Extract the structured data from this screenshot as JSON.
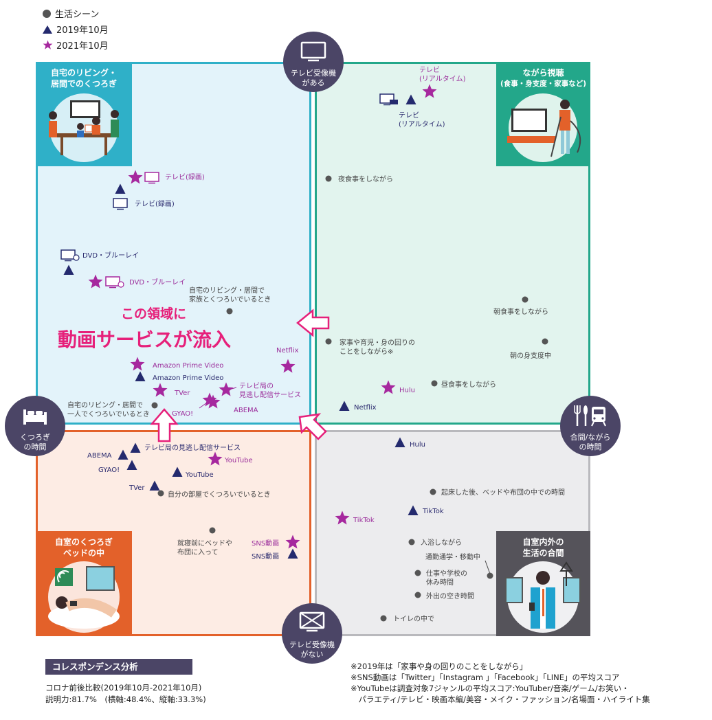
{
  "legend": {
    "items": [
      {
        "label": "生活シーン",
        "marker": "circle",
        "color": "#555555"
      },
      {
        "label": "2019年10月",
        "marker": "triangle",
        "color": "#242a6e"
      },
      {
        "label": "2021年10月",
        "marker": "star",
        "color": "#a6289e"
      }
    ]
  },
  "colors": {
    "quad_top_left": "#e3f3fa",
    "quad_top_right": "#e2f4ee",
    "quad_bottom_left": "#fdece4",
    "quad_bottom_right": "#ececee",
    "border_blue": "#2fb0c8",
    "border_green": "#23a78a",
    "border_orange": "#e3612a",
    "border_gray": "#b9b9bd",
    "axis_circle": "#4b4566",
    "star": "#a6289e",
    "triangle": "#242a6e",
    "dot": "#555555",
    "callout": "#e6207a"
  },
  "axes": {
    "top": {
      "icon": "tv-icon",
      "line1": "テレビ受像機",
      "line2": "がある"
    },
    "bottom": {
      "icon": "tv-crossed-icon",
      "line1": "テレビ受像機",
      "line2": "がない"
    },
    "left": {
      "icon": "bed-icon",
      "line1": "くつろぎ",
      "line2": "の時間"
    },
    "right": {
      "icon": "fork-train-icon",
      "line1": "合間/ながら",
      "line2": "の時間"
    }
  },
  "corners": {
    "top_left": {
      "line1": "自宅のリビング・",
      "line2": "居間でのくつろぎ"
    },
    "top_right": {
      "line1": "ながら視聴",
      "line2": "(食事・身支度・家事など)"
    },
    "bottom_left": {
      "line1": "自室のくつろぎ",
      "line2": "ベッドの中"
    },
    "bottom_right": {
      "line1": "自室内外の",
      "line2": "生活の合間"
    }
  },
  "callout": {
    "line1": "この領域に",
    "line2": "動画サービスが流入"
  },
  "points": [
    {
      "type": "star",
      "label": "テレビ",
      "label2": "(リアルタイム)"
    },
    {
      "type": "triangle",
      "label": "テレビ",
      "label2": "(リアルタイム)"
    },
    {
      "type": "star",
      "label": "テレビ(録画)"
    },
    {
      "type": "triangle",
      "label": "テレビ(録画)"
    },
    {
      "type": "triangle",
      "label": "DVD・ブルーレイ"
    },
    {
      "type": "star",
      "label": "DVD・ブルーレイ"
    },
    {
      "type": "dot",
      "label": "夜食事をしながら"
    },
    {
      "type": "dot",
      "label": "自宅のリビング・居間で",
      "label2": "家族とくつろいでいるとき"
    },
    {
      "type": "dot",
      "label": "朝食事をしながら"
    },
    {
      "type": "dot",
      "label": "家事や育児・身の回りの",
      "label2": "ことをしながら※"
    },
    {
      "type": "dot",
      "label": "朝の身支度中"
    },
    {
      "type": "star",
      "label": "Netflix"
    },
    {
      "type": "star",
      "label": "Amazon Prime Video"
    },
    {
      "type": "triangle",
      "label": "Amazon Prime Video"
    },
    {
      "type": "star",
      "label": "TVer"
    },
    {
      "type": "star",
      "label": "テレビ局の",
      "label2": "見逃し配信サービス"
    },
    {
      "type": "star",
      "label": "ABEMA"
    },
    {
      "type": "star",
      "label": "GYAO!"
    },
    {
      "type": "dot",
      "label": "自宅のリビング・居間で",
      "label2": "一人でくつろいでいるとき"
    },
    {
      "type": "star",
      "label": "Hulu"
    },
    {
      "type": "dot",
      "label": "昼食事をしながら"
    },
    {
      "type": "triangle",
      "label": "Netflix"
    },
    {
      "type": "triangle",
      "label": "Hulu"
    },
    {
      "type": "triangle",
      "label": "テレビ局の見逃し配信サービス"
    },
    {
      "type": "triangle",
      "label": "ABEMA"
    },
    {
      "type": "star",
      "label": "YouTube"
    },
    {
      "type": "triangle",
      "label": "GYAO!"
    },
    {
      "type": "triangle",
      "label": "YouTube"
    },
    {
      "type": "triangle",
      "label": "TVer"
    },
    {
      "type": "dot",
      "label": "自分の部屋でくつろいでいるとき"
    },
    {
      "type": "dot",
      "label": "起床した後、ベッドや布団の中での時間"
    },
    {
      "type": "triangle",
      "label": "TikTok"
    },
    {
      "type": "star",
      "label": "TikTok"
    },
    {
      "type": "dot",
      "label": "就寝前にベッドや",
      "label2": "布団に入って"
    },
    {
      "type": "star",
      "label": "SNS動画"
    },
    {
      "type": "triangle",
      "label": "SNS動画"
    },
    {
      "type": "dot",
      "label": "入浴しながら"
    },
    {
      "type": "dot",
      "label": "通勤通学・移動中"
    },
    {
      "type": "dot",
      "label": "仕事や学校の",
      "label2": "休み時間"
    },
    {
      "type": "dot",
      "label": "外出の空き時間"
    },
    {
      "type": "dot",
      "label": "トイレの中で"
    }
  ],
  "footer": {
    "title": "コレスポンデンス分析",
    "line1": "コロナ前後比較(2019年10月-2021年10月)",
    "line2": "説明力:81.7%　(横軸:48.4%、縦軸:33.3%)"
  },
  "notes": [
    "※2019年は「家事や身の回りのことをしながら」",
    "※SNS動画は「Twitter」「Instagram 」「Facebook」「LINE」の平均スコア",
    "※YouTubeは調査対象7ジャンルの平均スコア:YouTuber/音楽/ゲーム/お笑い・",
    "　パラエティ/テレビ・映画本編/美容・メイク・ファッション/名場面・ハイライト集"
  ]
}
